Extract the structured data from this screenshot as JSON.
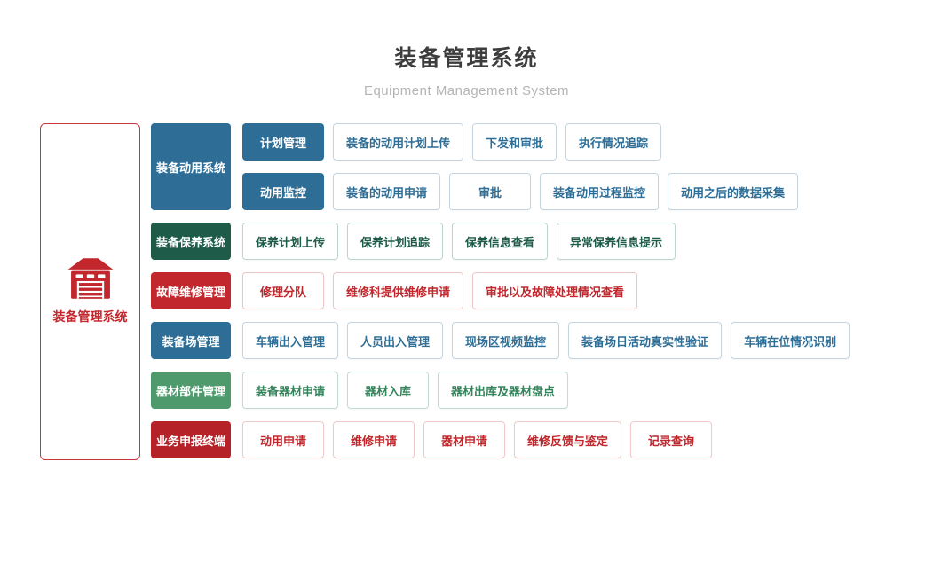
{
  "header": {
    "title": "装备管理系统",
    "subtitle": "Equipment Management System"
  },
  "sidebar": {
    "label": "装备管理系统",
    "icon": "garage-icon",
    "accent_color": "#c1272d"
  },
  "colors": {
    "blue": {
      "solid": "#2e6e96",
      "text": "#2e6e96",
      "border": "#c5d5df"
    },
    "darkgreen": {
      "solid": "#1e5b49",
      "text": "#1e5b49",
      "border": "#bdd6ca"
    },
    "red": {
      "solid": "#c1272d",
      "text": "#c1272d",
      "border": "#eec5c7"
    },
    "green": {
      "solid": "#4f9a6c",
      "text": "#35845c",
      "border": "#c2dccd"
    },
    "darkred": {
      "solid": "#b52329",
      "text": "#c1272d",
      "border": "#f0c9cb"
    }
  },
  "modules": [
    {
      "label": "装备动用系统",
      "theme": "blue",
      "sub_rows": [
        {
          "label": "计划管理",
          "features": [
            "装备的动用计划上传",
            "下发和审批",
            "执行情况追踪"
          ]
        },
        {
          "label": "动用监控",
          "features": [
            "装备的动用申请",
            "审批",
            "装备动用过程监控",
            "动用之后的数据采集"
          ]
        }
      ]
    },
    {
      "label": "装备保养系统",
      "theme": "darkgreen",
      "features": [
        "保养计划上传",
        "保养计划追踪",
        "保养信息查看",
        "异常保养信息提示"
      ]
    },
    {
      "label": "故障维修管理",
      "theme": "red",
      "features": [
        "修理分队",
        "维修科提供维修申请",
        "审批以及故障处理情况查看"
      ]
    },
    {
      "label": "装备场管理",
      "theme": "blue",
      "features": [
        "车辆出入管理",
        "人员出入管理",
        "现场区视频监控",
        "装备场日活动真实性验证",
        "车辆在位情况识别"
      ]
    },
    {
      "label": "器材部件管理",
      "theme": "green",
      "features": [
        "装备器材申请",
        "器材入库",
        "器材出库及器材盘点"
      ]
    },
    {
      "label": "业务申报终端",
      "theme": "darkred",
      "features": [
        "动用申请",
        "维修申请",
        "器材申请",
        "维修反馈与鉴定",
        "记录查询"
      ]
    }
  ]
}
